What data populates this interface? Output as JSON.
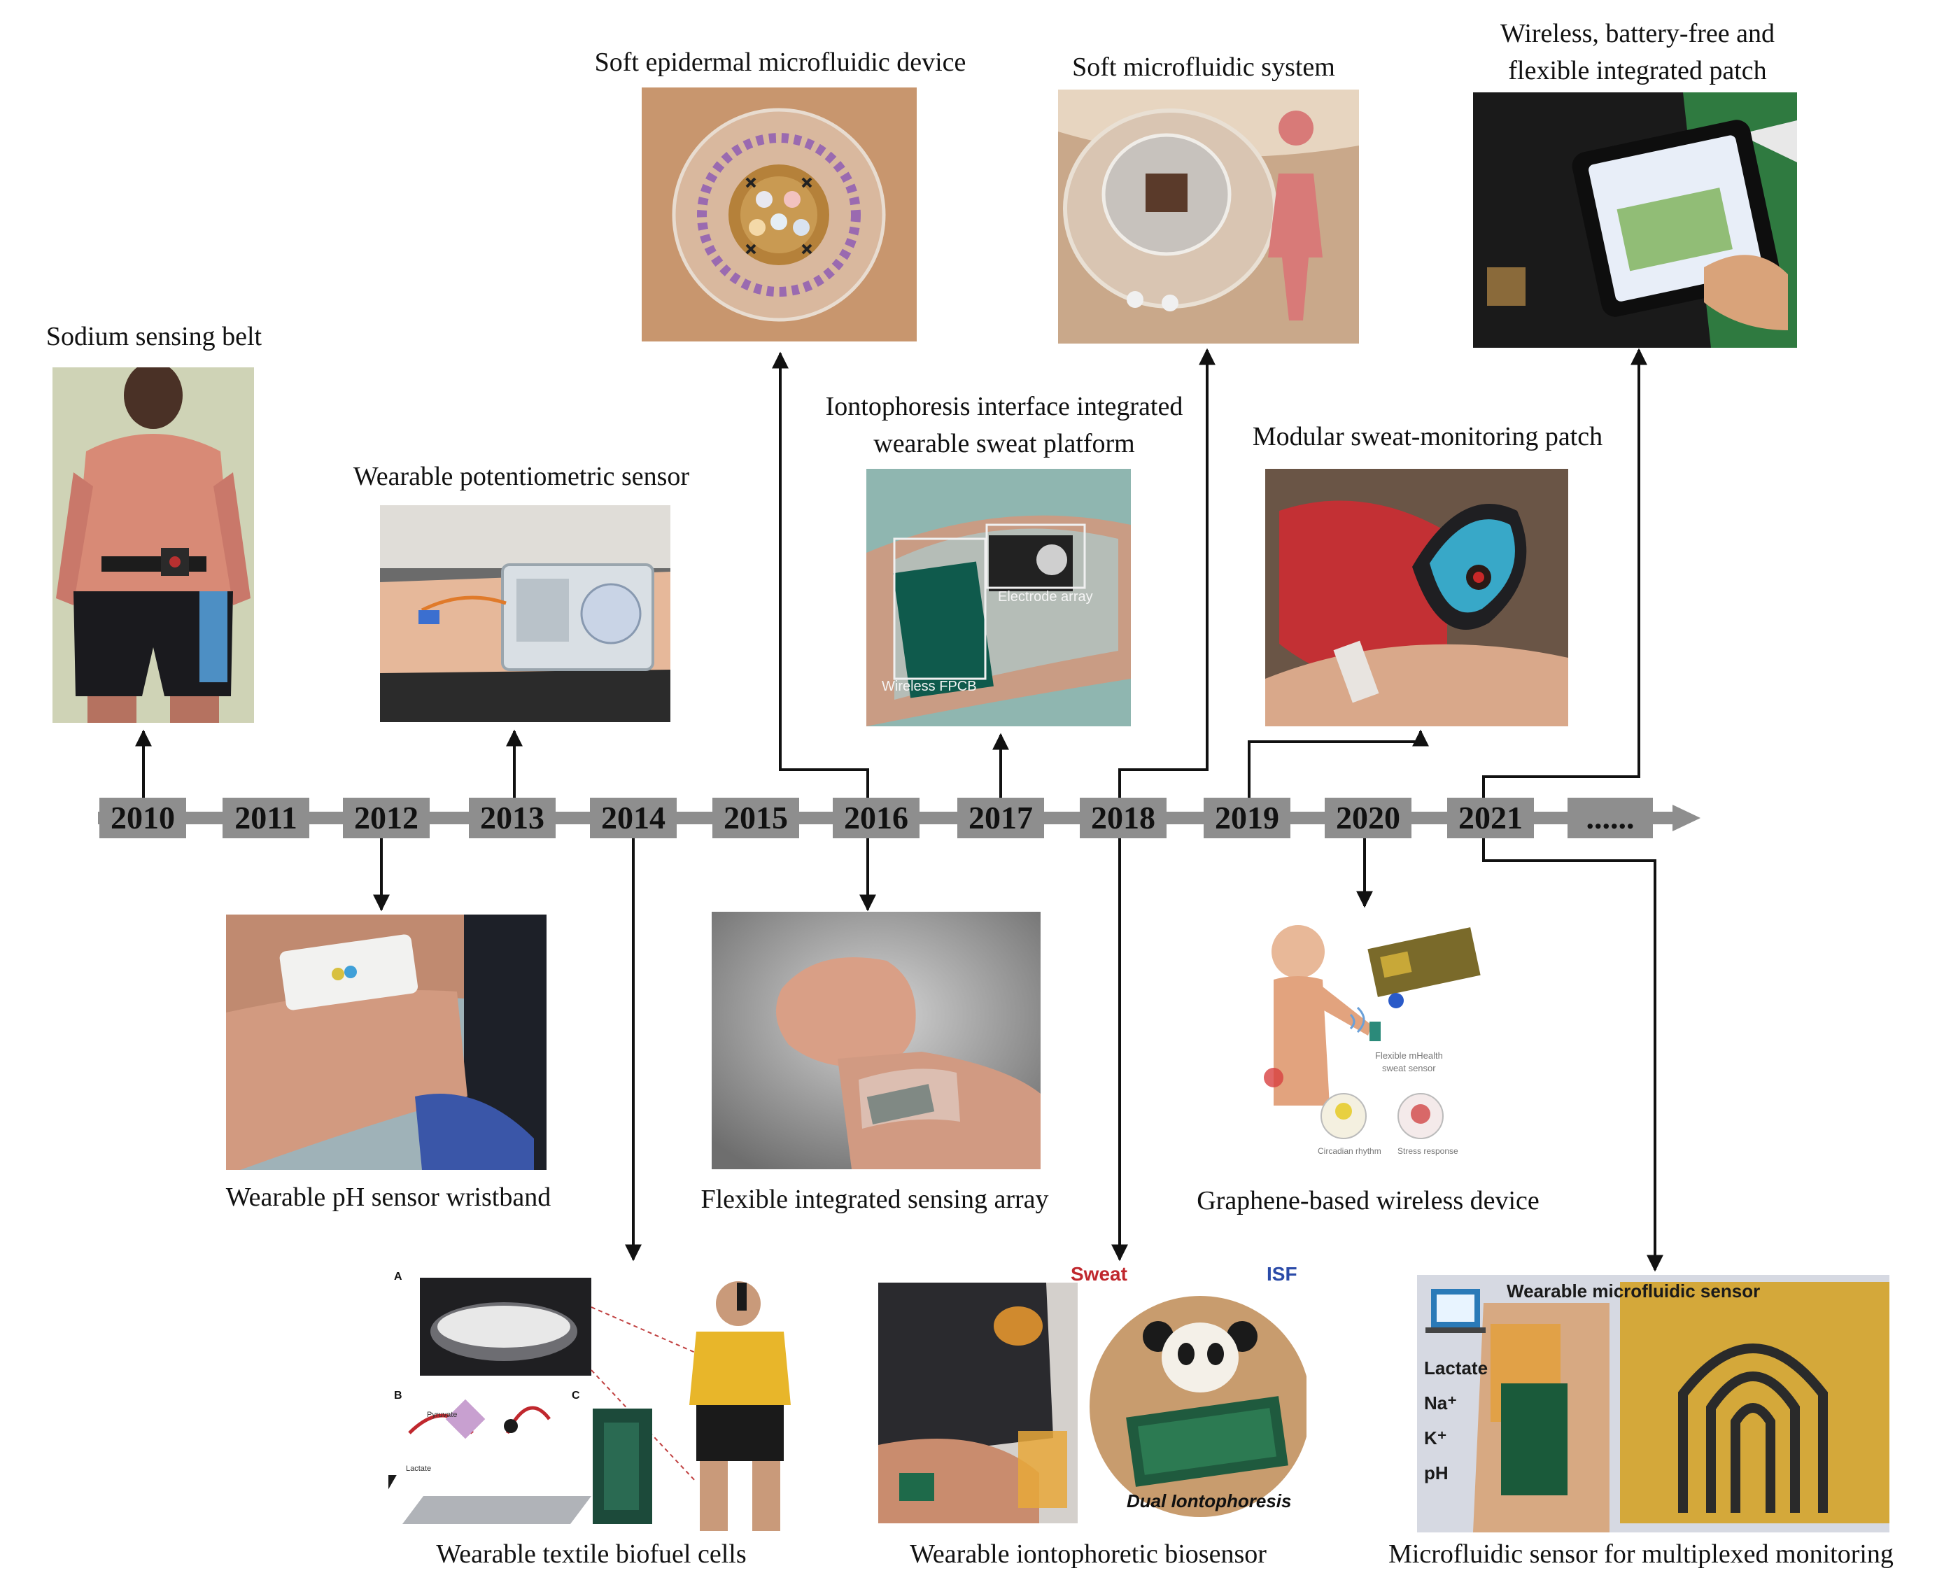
{
  "timeline": {
    "years": [
      "2010",
      "2011",
      "2012",
      "2013",
      "2014",
      "2015",
      "2016",
      "2017",
      "2018",
      "2019",
      "2020",
      "2021"
    ],
    "more": "......"
  },
  "milestones": {
    "sodium_belt": "Sodium sensing belt",
    "potentiometric": "Wearable potentiometric sensor",
    "epidermal": "Soft epidermal microfluidic device",
    "iontophoresis_line1": "Iontophoresis interface integrated",
    "iontophoresis_line2": "wearable sweat platform",
    "soft_microfluidic": "Soft microfluidic system",
    "modular_patch": "Modular sweat-monitoring patch",
    "wireless_line1": "Wireless, battery-free and",
    "wireless_line2": "flexible integrated patch",
    "ph_wristband": "Wearable pH sensor wristband",
    "sensing_array": "Flexible integrated sensing array",
    "graphene": "Graphene-based wireless device",
    "biofuel": "Wearable textile biofuel cells",
    "iontophoretic_bio": "Wearable iontophoretic biosensor",
    "multiplexed": "Microfluidic sensor for multiplexed monitoring"
  },
  "image_labels": {
    "electrode_array": "Electrode array",
    "wireless_fpcb": "Wireless FPCB",
    "flexible_mhealth_1": "Flexible mHealth",
    "flexible_mhealth_2": "sweat sensor",
    "circadian": "Circadian rhythm",
    "stress": "Stress response",
    "panel_a": "A",
    "panel_b": "B",
    "panel_c": "C",
    "pyruvate": "Pyruvate",
    "lactate_small": "Lactate",
    "sweat": "Sweat",
    "isf": "ISF",
    "dual_ionto": "Dual Iontophoresis",
    "wms_title": "Wearable microfluidic sensor",
    "analytes": [
      "Lactate",
      "Na⁺",
      "K⁺",
      "pH"
    ]
  },
  "colors": {
    "year_box": "#8e8e8e",
    "axis": "#8e8e8e",
    "connector": "#111111",
    "sweat_red": "#c0282e",
    "isf_blue": "#2a4aa8"
  }
}
